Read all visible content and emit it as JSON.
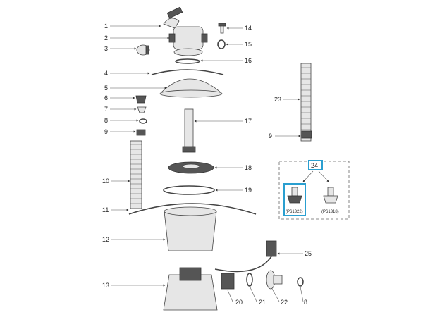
{
  "diagram": {
    "callouts_left": [
      "1",
      "2",
      "3",
      "4",
      "5",
      "6",
      "7",
      "8",
      "9",
      "10",
      "11",
      "12",
      "13"
    ],
    "callouts_right": [
      "14",
      "15",
      "16",
      "17",
      "18",
      "19",
      "23",
      "9",
      "25"
    ],
    "callouts_bottom": [
      "20",
      "21",
      "22",
      "8"
    ],
    "inset": {
      "label": "24",
      "option_a": "(P61322)",
      "option_b": "(P61318)",
      "highlight_color": "#2a9fd0"
    }
  }
}
